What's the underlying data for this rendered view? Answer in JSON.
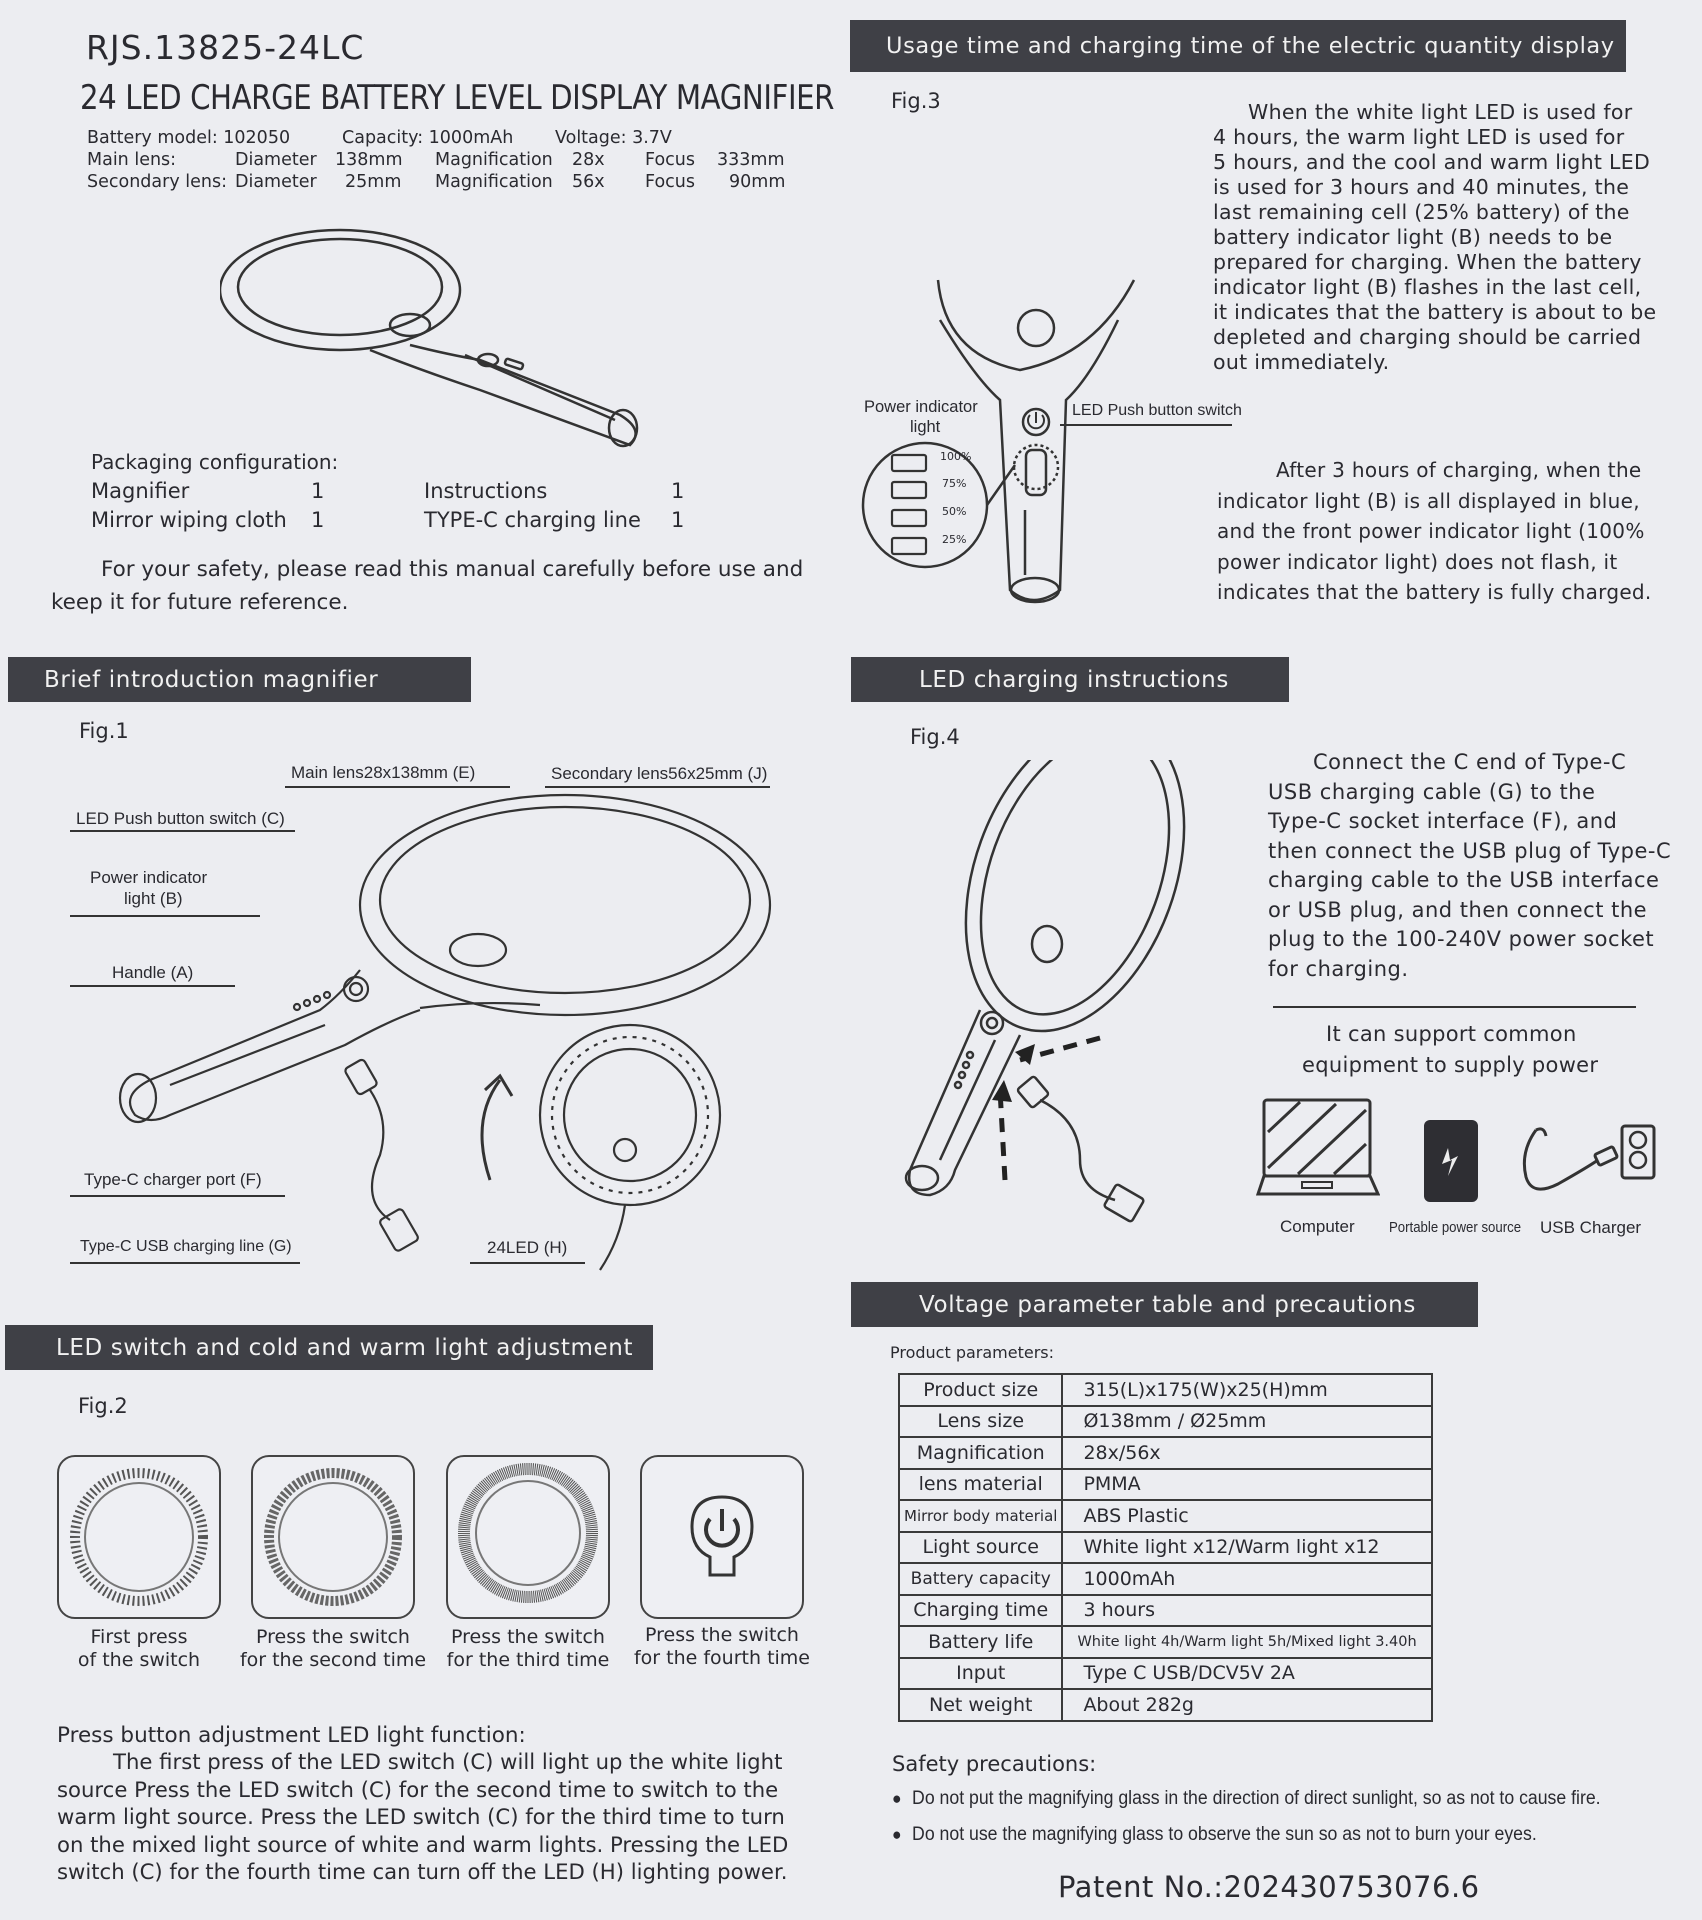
{
  "header": {
    "model": "RJS.13825-24LC",
    "title": "24 LED CHARGE BATTERY LEVEL DISPLAY MAGNIFIER",
    "battery_model": "Battery model: 102050",
    "capacity": "Capacity: 1000mAh",
    "voltage": "Voltage: 3.7V",
    "main_lens_label": "Main lens:",
    "secondary_lens_label": "Secondary lens:",
    "diameter": "Diameter",
    "main_diameter_val": "138mm",
    "secondary_diameter_val": "25mm",
    "magnification": "Magnification",
    "main_mag_val": "28x",
    "secondary_mag_val": "56x",
    "focus": "Focus",
    "main_focus_val": "333mm",
    "secondary_focus_val": "90mm"
  },
  "packaging": {
    "title": "Packaging configuration:",
    "items": [
      {
        "name": "Magnifier",
        "qty": "1"
      },
      {
        "name": "Instructions",
        "qty": "1"
      },
      {
        "name": "Mirror wiping cloth",
        "qty": "1"
      },
      {
        "name": "TYPE-C charging line",
        "qty": "1"
      }
    ],
    "safety_note_1": "For your safety, please read this manual carefully before use and",
    "safety_note_2": "keep it for future reference."
  },
  "intro": {
    "bar": "Brief introduction magnifier",
    "fig": "Fig.1",
    "labels": {
      "main_lens": "Main lens28x138mm (E)",
      "secondary_lens": "Secondary lens56x25mm (J)",
      "led_switch": "LED Push button switch (C)",
      "power_indicator_1": "Power indicator",
      "power_indicator_2": "light (B)",
      "handle": "Handle (A)",
      "charger_port": "Type-C charger port (F)",
      "usb_line": "Type-C USB charging line (G)",
      "led24": "24LED (H)"
    }
  },
  "switch_section": {
    "bar": "LED switch and cold and warm light adjustment",
    "fig": "Fig.2",
    "captions": [
      [
        "First press",
        "of the switch"
      ],
      [
        "Press the switch",
        "for the second time"
      ],
      [
        "Press the switch",
        "for the third time"
      ],
      [
        "Press the switch",
        "for the fourth time"
      ]
    ],
    "title": "Press button adjustment LED light function:",
    "lines": [
      "The first press of the LED switch (C) will light up the white light",
      "source Press the LED switch (C) for the second time to switch to the",
      "warm light source. Press the LED switch (C) for the third time to turn",
      "on the mixed light source of white and warm lights. Pressing the LED",
      "switch (C) for the fourth time can turn off the LED (H) lighting power."
    ]
  },
  "usage": {
    "bar": "Usage time and charging time of the electric quantity display",
    "fig": "Fig.3",
    "power_label_1": "Power indicator",
    "power_label_2": "light",
    "switch_label": "LED Push button switch",
    "levels": [
      "100%",
      "75%",
      "50%",
      "25%"
    ],
    "para1": [
      "When the white light LED is used for",
      "4 hours, the warm light LED is used for",
      "5 hours, and the cool and warm light LED",
      "is used for 3 hours and 40 minutes, the",
      "last remaining cell (25% battery) of the",
      "battery indicator light (B) needs to be",
      "prepared for charging. When the battery",
      "indicator light (B) flashes in the last cell,",
      "it indicates that the battery is about to be",
      "depleted and charging should be carried",
      "out immediately."
    ],
    "para2": [
      "After 3 hours of charging, when the",
      "indicator light (B) is all displayed in blue,",
      "and the front power indicator light (100%",
      "power indicator light) does not flash, it",
      "indicates that the battery is fully charged."
    ]
  },
  "charging": {
    "bar": "LED charging instructions",
    "fig": "Fig.4",
    "lines": [
      "Connect the C end of Type-C",
      "USB charging cable (G) to the",
      "Type-C socket interface (F), and",
      "then connect the USB plug of Type-C",
      "charging cable to the USB interface",
      "or USB plug, and then connect the",
      "plug to the 100-240V power socket",
      "for charging."
    ],
    "support_1": "It can support common",
    "support_2": "equipment to supply power",
    "devices": [
      "Computer",
      "Portable power source",
      "USB Charger"
    ]
  },
  "voltage": {
    "bar": "Voltage parameter table and precautions",
    "params_title": "Product parameters:",
    "rows": [
      {
        "k": "Product size",
        "v": "315(L)x175(W)x25(H)mm"
      },
      {
        "k": "Lens size",
        "v": "Ø138mm / Ø25mm"
      },
      {
        "k": "Magnification",
        "v": "28x/56x"
      },
      {
        "k": "lens material",
        "v": "PMMA"
      },
      {
        "k": "Mirror body material",
        "v": "ABS Plastic"
      },
      {
        "k": "Light source",
        "v": "White light x12/Warm light x12"
      },
      {
        "k": "Battery capacity",
        "v": "1000mAh"
      },
      {
        "k": "Charging time",
        "v": "3 hours"
      },
      {
        "k": "Battery life",
        "v": "White light 4h/Warm light 5h/Mixed light 3.40h"
      },
      {
        "k": "Input",
        "v": "Type C USB/DCV5V  2A"
      },
      {
        "k": "Net weight",
        "v": "About 282g"
      }
    ],
    "safety_title": "Safety precautions:",
    "safety": [
      "Do not put the magnifying glass in the direction of direct sunlight, so as not to cause fire.",
      "Do not use the magnifying glass to observe the sun so as not to burn your eyes."
    ],
    "patent": "Patent No.:202430753076.6"
  }
}
